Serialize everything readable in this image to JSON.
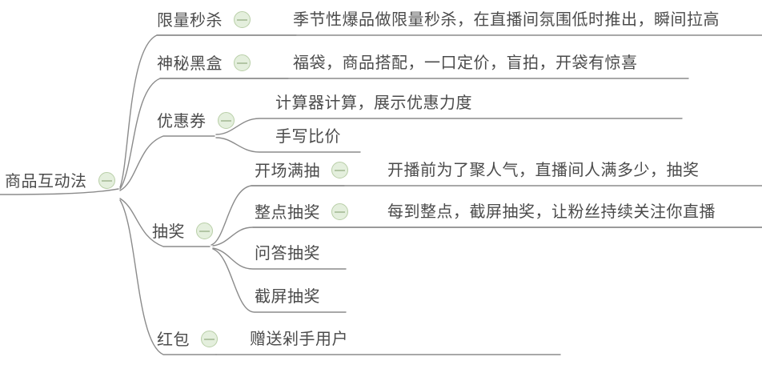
{
  "diagram": {
    "type": "mind-map",
    "title": "商品互动法",
    "colors": {
      "background": "#ffffff",
      "text": "#4b4b4b",
      "edge": "#8b8b8b",
      "collapse_fill": "#e4efdd",
      "collapse_stroke": "#b9cfa8",
      "collapse_minus": "#7f9b6a"
    },
    "collapse_icon_name": "collapse-minus-icon"
  },
  "root": {
    "label": "商品互动法",
    "has_collapse": true
  },
  "branches": [
    {
      "label": "限量秒杀",
      "has_collapse": true,
      "children": [
        {
          "label": "季节性爆品做限量秒杀，在直播间氛围低时推出，瞬间拉高",
          "has_collapse": false,
          "children": []
        }
      ]
    },
    {
      "label": "神秘黑盒",
      "has_collapse": true,
      "children": [
        {
          "label": "福袋，商品搭配，一口定价，盲拍，开袋有惊喜",
          "has_collapse": false,
          "children": []
        }
      ]
    },
    {
      "label": "优惠券",
      "has_collapse": true,
      "children": [
        {
          "label": "计算器计算，展示优惠力度",
          "has_collapse": false,
          "children": []
        },
        {
          "label": "手写比价",
          "has_collapse": false,
          "children": []
        }
      ]
    },
    {
      "label": "抽奖",
      "has_collapse": true,
      "children": [
        {
          "label": "开场满抽",
          "has_collapse": true,
          "children": [
            {
              "label": "开播前为了聚人气，直播间人满多少，抽奖",
              "has_collapse": false,
              "children": []
            }
          ]
        },
        {
          "label": "整点抽奖",
          "has_collapse": true,
          "children": [
            {
              "label": "每到整点，截屏抽奖，让粉丝持续关注你直播",
              "has_collapse": false,
              "children": []
            }
          ]
        },
        {
          "label": "问答抽奖",
          "has_collapse": false,
          "children": []
        },
        {
          "label": "截屏抽奖",
          "has_collapse": false,
          "children": []
        }
      ]
    },
    {
      "label": "红包",
      "has_collapse": true,
      "children": [
        {
          "label": "赠送剁手用户",
          "has_collapse": false,
          "children": []
        }
      ]
    }
  ]
}
